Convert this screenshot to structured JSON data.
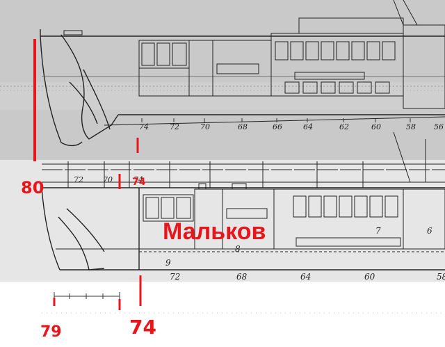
{
  "colors": {
    "upper_scan_bg": "#c9c9c9",
    "lower_scan_bg": "#e6e6e6",
    "ink": "#222222",
    "annotation_red": "#e8161b"
  },
  "upper_drawing": {
    "frame_labels": [
      "74",
      "72",
      "70",
      "68",
      "66",
      "64",
      "62",
      "60",
      "58",
      "56"
    ]
  },
  "lower_drawing": {
    "deck_frame_labels": [
      "72",
      "70",
      "74"
    ],
    "bottom_frame_labels": [
      "72",
      "68",
      "64",
      "60",
      "58"
    ],
    "compartment_labels": [
      "9",
      "8",
      "7",
      "6"
    ]
  },
  "annotations": {
    "label_80": "80",
    "label_79": "79",
    "label_74": "74",
    "watermark": "Мальков"
  }
}
